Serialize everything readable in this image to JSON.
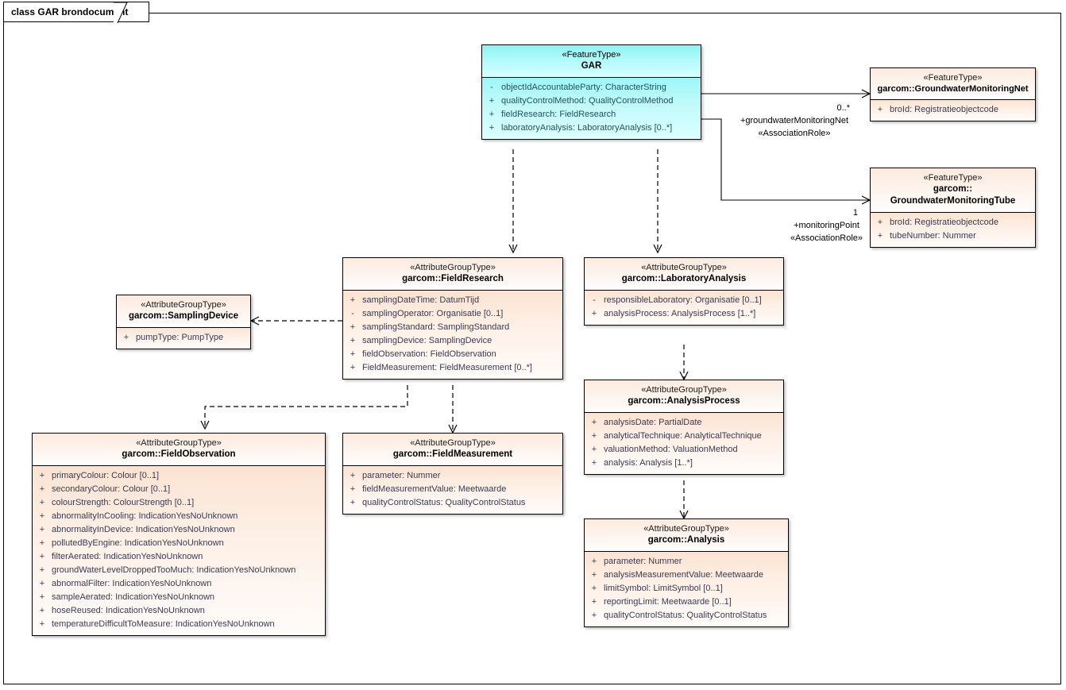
{
  "diagram": {
    "title": "class GAR brondocument",
    "colors": {
      "feature_type_fill": "#b6fbfb",
      "attribute_group_fill": "#fdeadd",
      "border": "#000000",
      "attribute_text": "#3a3a52"
    }
  },
  "classes": {
    "gar": {
      "stereotype": "«FeatureType»",
      "name": "GAR",
      "attributes": [
        {
          "vis": "-",
          "text": "objectIdAccountableParty: CharacterString"
        },
        {
          "vis": "+",
          "text": "qualityControlMethod: QualityControlMethod"
        },
        {
          "vis": "+",
          "text": "fieldResearch: FieldResearch"
        },
        {
          "vis": "+",
          "text": "laboratoryAnalysis: LaboratoryAnalysis [0..*]"
        }
      ]
    },
    "gwnet": {
      "stereotype": "«FeatureType»",
      "name": "garcom::GroundwaterMonitoringNet",
      "attributes": [
        {
          "vis": "+",
          "text": "broId: Registratieobjectcode"
        }
      ]
    },
    "gwtube": {
      "stereotype": "«FeatureType»",
      "name": "garcom::\nGroundwaterMonitoringTube",
      "name_line1": "garcom::",
      "name_line2": "GroundwaterMonitoringTube",
      "attributes": [
        {
          "vis": "+",
          "text": "broId: Registratieobjectcode"
        },
        {
          "vis": "+",
          "text": "tubeNumber: Nummer"
        }
      ]
    },
    "fieldresearch": {
      "stereotype": "«AttributeGroupType»",
      "name": "garcom::FieldResearch",
      "attributes": [
        {
          "vis": "+",
          "text": "samplingDateTime: DatumTijd"
        },
        {
          "vis": "-",
          "text": "samplingOperator: Organisatie [0..1]"
        },
        {
          "vis": "+",
          "text": "samplingStandard: SamplingStandard"
        },
        {
          "vis": "+",
          "text": "samplingDevice: SamplingDevice"
        },
        {
          "vis": "+",
          "text": "fieldObservation: FieldObservation"
        },
        {
          "vis": "+",
          "text": "FieldMeasurement: FieldMeasurement [0..*]"
        }
      ]
    },
    "labanalysis": {
      "stereotype": "«AttributeGroupType»",
      "name": "garcom::LaboratoryAnalysis",
      "attributes": [
        {
          "vis": "-",
          "text": "responsibleLaboratory: Organisatie [0..1]"
        },
        {
          "vis": "+",
          "text": "analysisProcess: AnalysisProcess [1..*]"
        }
      ]
    },
    "analysisprocess": {
      "stereotype": "«AttributeGroupType»",
      "name": "garcom::AnalysisProcess",
      "attributes": [
        {
          "vis": "+",
          "text": "analysisDate: PartialDate"
        },
        {
          "vis": "+",
          "text": "analyticalTechnique: AnalyticalTechnique"
        },
        {
          "vis": "+",
          "text": "valuationMethod: ValuationMethod"
        },
        {
          "vis": "+",
          "text": "analysis: Analysis [1..*]"
        }
      ]
    },
    "analysis": {
      "stereotype": "«AttributeGroupType»",
      "name": "garcom::Analysis",
      "attributes": [
        {
          "vis": "+",
          "text": "parameter: Nummer"
        },
        {
          "vis": "+",
          "text": "analysisMeasurementValue: Meetwaarde"
        },
        {
          "vis": "+",
          "text": "limitSymbol: LimitSymbol [0..1]"
        },
        {
          "vis": "+",
          "text": "reportingLimit: Meetwaarde [0..1]"
        },
        {
          "vis": "+",
          "text": "qualityControlStatus: QualityControlStatus"
        }
      ]
    },
    "samplingdevice": {
      "stereotype": "«AttributeGroupType»",
      "name": "garcom::SamplingDevice",
      "attributes": [
        {
          "vis": "+",
          "text": "pumpType: PumpType"
        }
      ]
    },
    "fieldobservation": {
      "stereotype": "«AttributeGroupType»",
      "name": "garcom::FieldObservation",
      "attributes": [
        {
          "vis": "+",
          "text": "primaryColour: Colour [0..1]"
        },
        {
          "vis": "+",
          "text": "secondaryColour: Colour [0..1]"
        },
        {
          "vis": "+",
          "text": "colourStrength: ColourStrength [0..1]"
        },
        {
          "vis": "+",
          "text": "abnormalityInCooling: IndicationYesNoUnknown"
        },
        {
          "vis": "+",
          "text": "abnormalityInDevice: IndicationYesNoUnknown"
        },
        {
          "vis": "+",
          "text": "pollutedByEngine: IndicationYesNoUnknown"
        },
        {
          "vis": "+",
          "text": "filterAerated: IndicationYesNoUnknown"
        },
        {
          "vis": "+",
          "text": "groundWaterLevelDroppedTooMuch: IndicationYesNoUnknown"
        },
        {
          "vis": "+",
          "text": "abnormalFilter: IndicationYesNoUnknown"
        },
        {
          "vis": "+",
          "text": "sampleAerated: IndicationYesNoUnknown"
        },
        {
          "vis": "+",
          "text": "hoseReused: IndicationYesNoUnknown"
        },
        {
          "vis": "+",
          "text": "temperatureDifficultToMeasure: IndicationYesNoUnknown"
        }
      ]
    },
    "fieldmeasurement": {
      "stereotype": "«AttributeGroupType»",
      "name": "garcom::FieldMeasurement",
      "attributes": [
        {
          "vis": "+",
          "text": "parameter: Nummer"
        },
        {
          "vis": "+",
          "text": "fieldMeasurementValue: Meetwaarde"
        },
        {
          "vis": "+",
          "text": "qualityControlStatus: QualityControlStatus"
        }
      ]
    }
  },
  "connectors": {
    "gar_to_gwnet": {
      "multiplicity": "0..*",
      "role": "+groundwaterMonitoringNet",
      "stereotype": "«AssociationRole»"
    },
    "gar_to_gwtube": {
      "multiplicity": "1",
      "role": "+monitoringPoint",
      "stereotype": "«AssociationRole»"
    }
  }
}
